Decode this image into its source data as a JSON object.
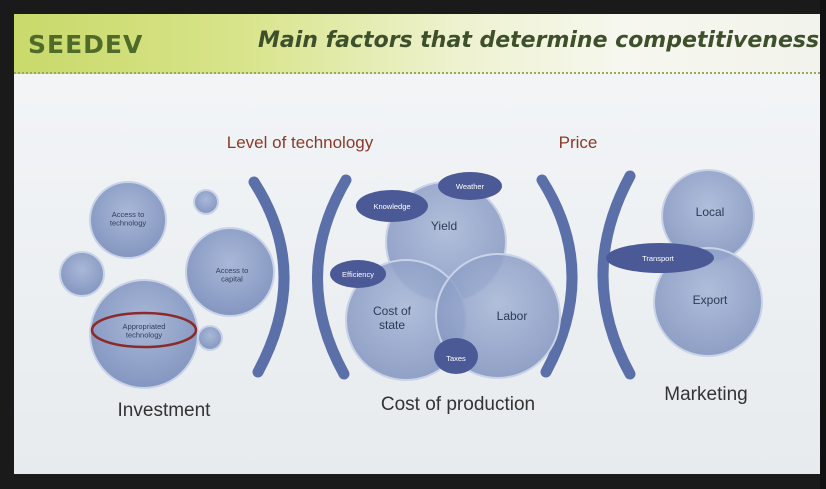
{
  "header": {
    "logo": "SEEDEV",
    "title": "Main factors that determine competitiveness"
  },
  "top_labels": {
    "technology": "Level of technology",
    "price": "Price"
  },
  "groups": {
    "investment": {
      "label": "Investment",
      "access_technology": "Access to technology",
      "access_capital": "Access to capital",
      "appropriated_technology": "Appropriated technology"
    },
    "production": {
      "label": "Cost of production",
      "yield": "Yield",
      "cost_state": "Cost of state",
      "labor": "Labor",
      "knowledge": "Knowledge",
      "weather": "Weather",
      "efficiency": "Efficiency",
      "taxes": "Taxes"
    },
    "marketing": {
      "label": "Marketing",
      "local": "Local",
      "export": "Export",
      "transport": "Transport"
    }
  },
  "colors": {
    "circle": "#8fa1c7",
    "circle_edge": "#c9d3e8",
    "bracket": "#5b6fa8",
    "pill": "#4b5a97",
    "highlight": "#8b2a2a",
    "label_red": "#8b3a2a"
  }
}
